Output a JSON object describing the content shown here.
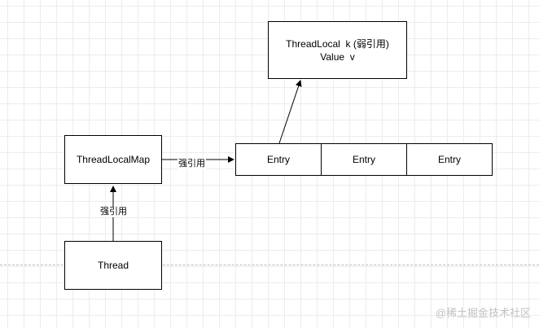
{
  "diagram": {
    "thread_box": "Thread",
    "map_box": "ThreadLocalMap",
    "entries": [
      "Entry",
      "Entry",
      "Entry"
    ],
    "threadlocal_box": {
      "line1": "ThreadLocal  k (弱引用)",
      "line2": "Value  v"
    },
    "edge_labels": {
      "thread_to_map": "强引用",
      "map_to_entries": "强引用"
    }
  },
  "watermark": "@稀土掘金技术社区"
}
